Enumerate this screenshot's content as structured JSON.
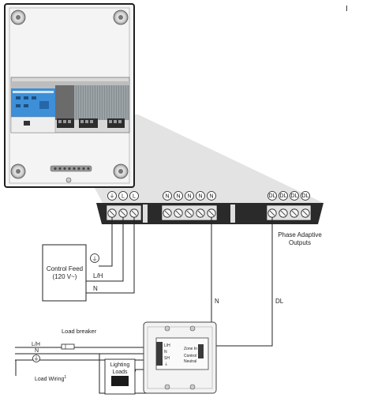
{
  "page_marker": "I",
  "panel": {
    "terminal_blocks": [
      {
        "name": "control",
        "labels": [
          "⏚",
          "L",
          "L"
        ]
      },
      {
        "name": "neutral",
        "labels": [
          "N",
          "N",
          "N",
          "N",
          "N"
        ]
      },
      {
        "name": "outputs",
        "labels": [
          "DL",
          "DL",
          "DL",
          "DL"
        ]
      }
    ],
    "outputs_caption_line1": "Phase Adaptive",
    "outputs_caption_line2": "Outputs"
  },
  "control_feed": {
    "title_line1": "Control Feed",
    "title_line2": "(120 V~)",
    "ground_symbol": "⏚",
    "wire_lh": "L/H",
    "wire_n": "N"
  },
  "wire_labels": {
    "n": "N",
    "dl": "DL"
  },
  "load": {
    "breaker": "Load breaker",
    "lh": "L/H",
    "n": "N",
    "ground_symbol": "⏚",
    "wiring": "Load Wiring",
    "wiring_sup": "1",
    "lighting_line1": "Lighting",
    "lighting_line2": "Loads"
  },
  "dimmer": {
    "left_terms": [
      "L/H",
      "N",
      "SH",
      "⏚"
    ],
    "right_line1": "Zone In",
    "right_line2": "Control",
    "right_line3": "Neutral"
  }
}
